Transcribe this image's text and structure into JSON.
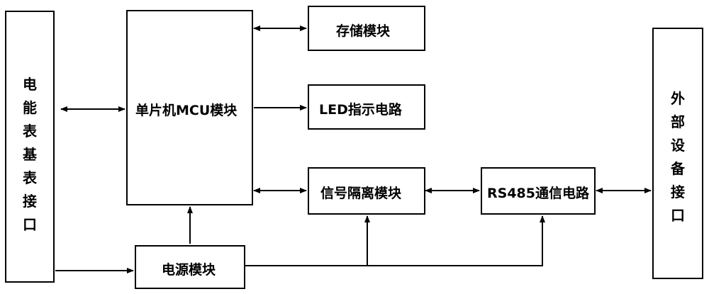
{
  "blocks": {
    "meter_interface": "电能表基表接口",
    "mcu": "单片机MCU模块",
    "storage": "存储模块",
    "led": "LED指示电路",
    "isolation": "信号隔离模块",
    "rs485": "RS485通信电路",
    "external": "外部设备接口",
    "power": "电源模块"
  }
}
